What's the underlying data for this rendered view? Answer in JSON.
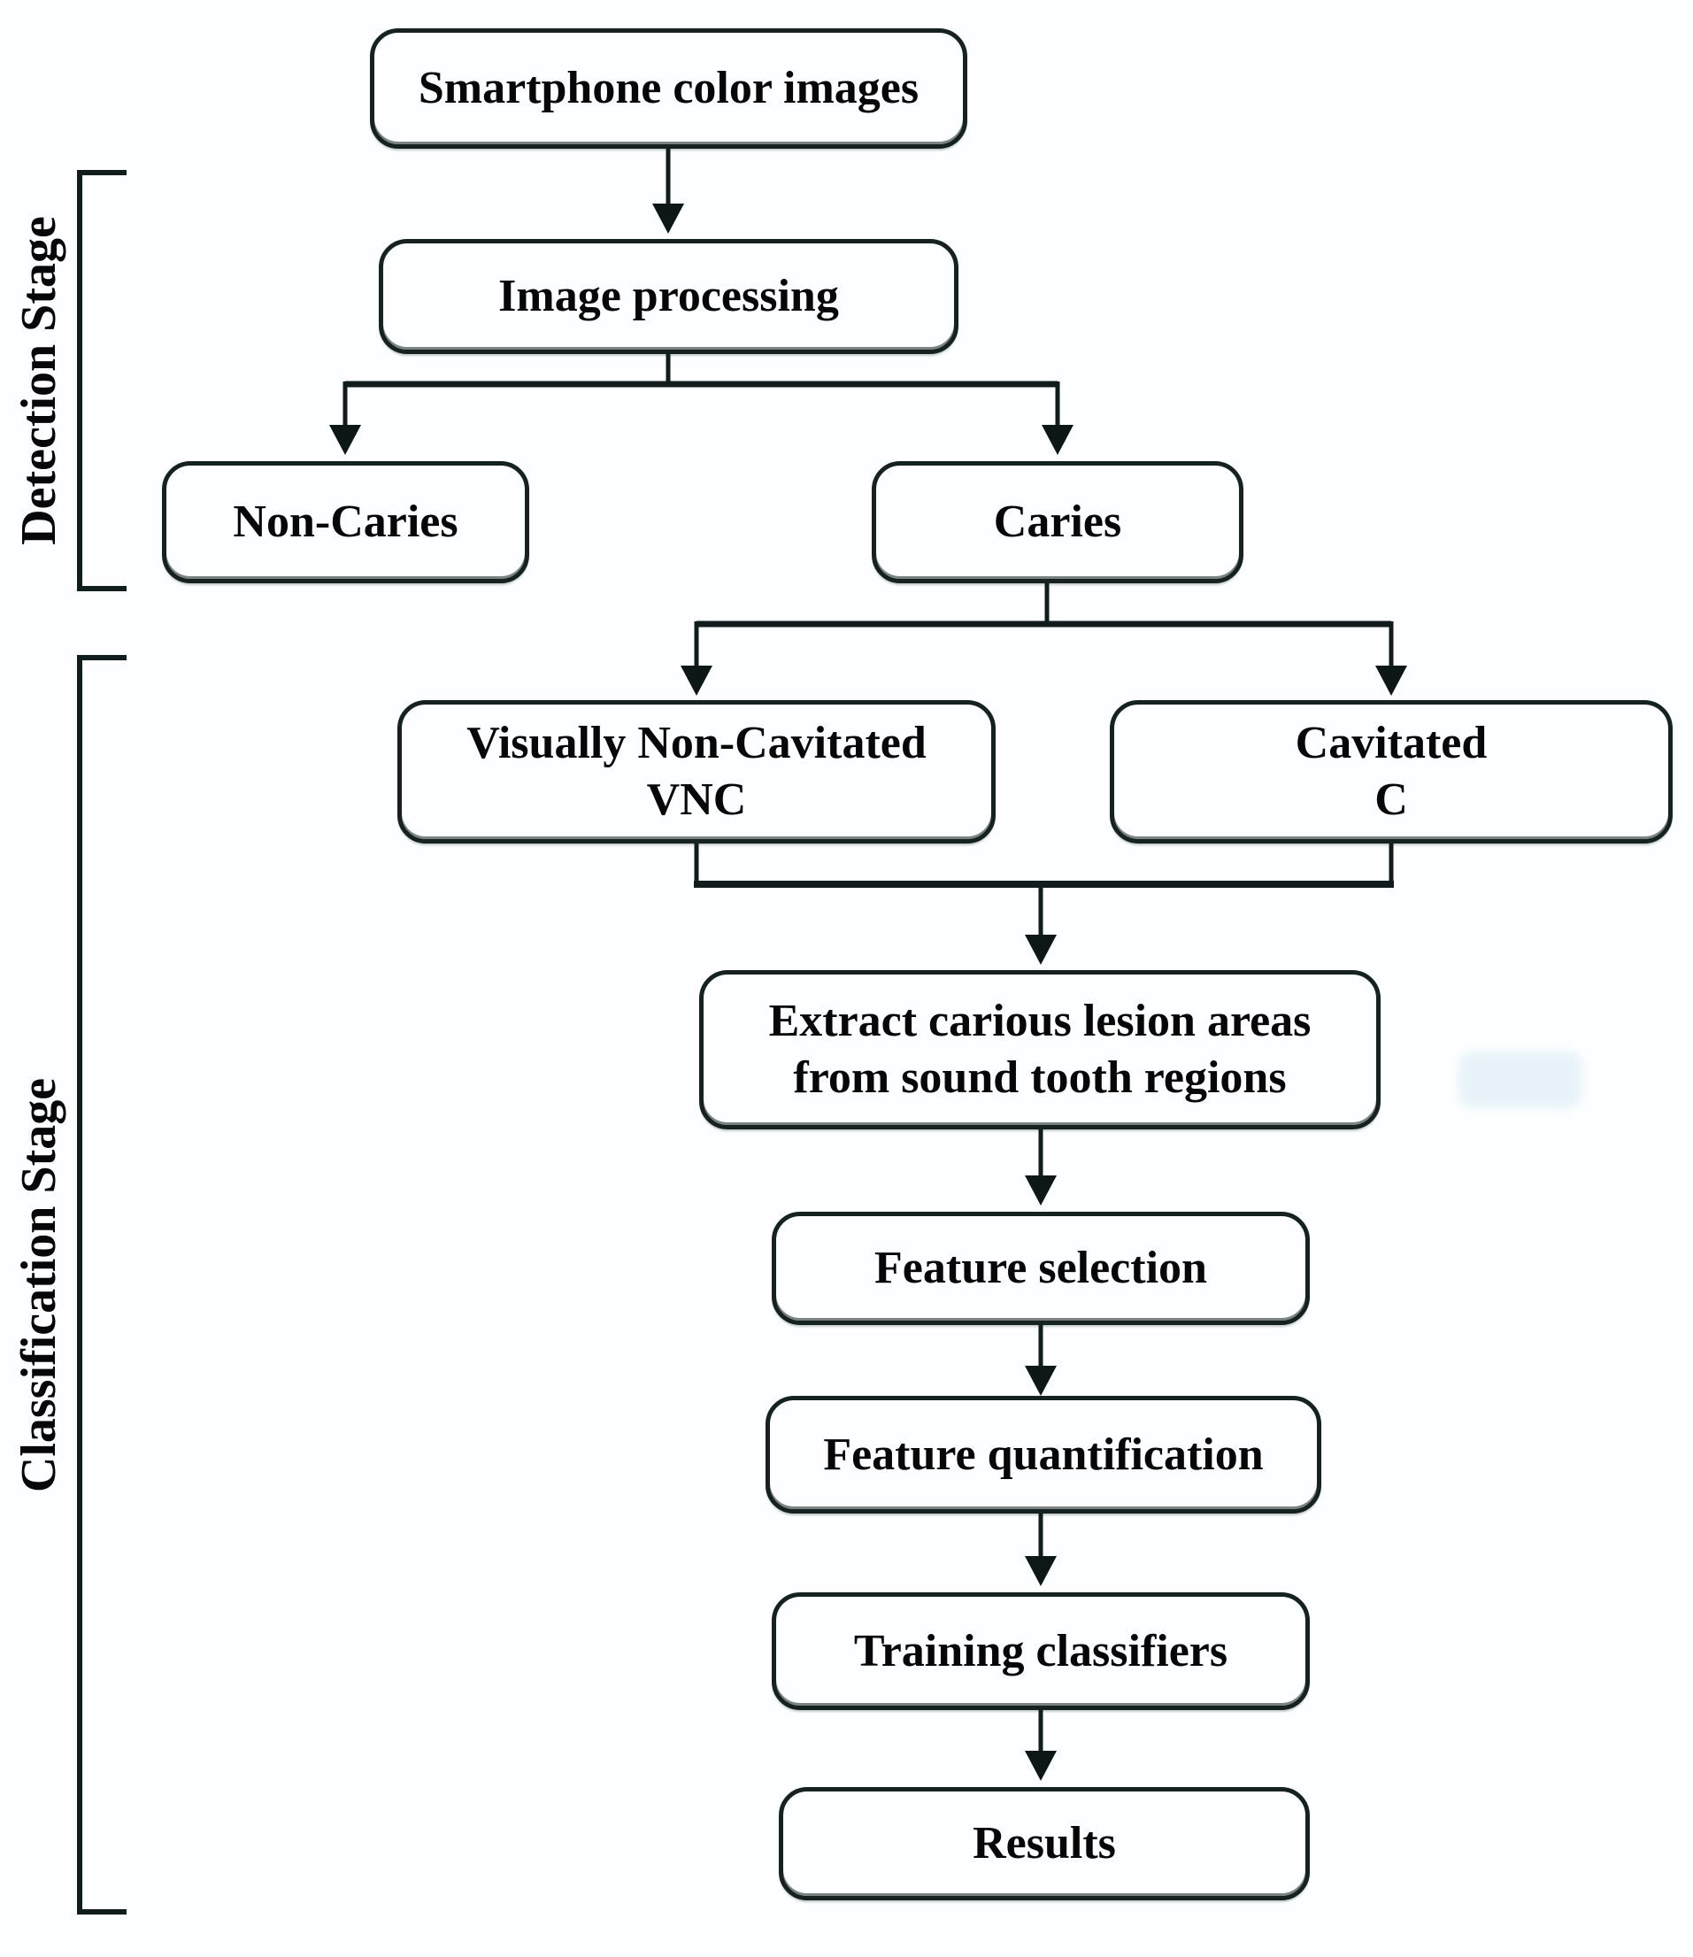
{
  "figure": {
    "type": "flowchart",
    "stages": {
      "detection": "Detection Stage",
      "classification": "Classification Stage"
    },
    "nodes": {
      "smartphone": "Smartphone color images",
      "image_processing": "Image processing",
      "non_caries": "Non-Caries",
      "caries": "Caries",
      "vnc_line1": "Visually Non-Cavitated",
      "vnc_line2": "VNC",
      "cavitated_line1": "Cavitated",
      "cavitated_line2": "C",
      "extract_line1": "Extract carious lesion areas",
      "extract_line2": "from sound tooth regions",
      "feature_selection": "Feature selection",
      "feature_quantification": "Feature quantification",
      "training_classifiers": "Training classifiers",
      "results": "Results"
    },
    "edges": [
      "Smartphone color images -> Image processing",
      "Image processing -> Non-Caries",
      "Image processing -> Caries",
      "Caries -> Visually Non-Cavitated VNC",
      "Caries -> Cavitated C",
      "Visually Non-Cavitated VNC + Cavitated C -> Extract carious lesion areas from sound tooth regions",
      "Extract carious lesion areas from sound tooth regions -> Feature selection",
      "Feature selection -> Feature quantification",
      "Feature quantification -> Training classifiers",
      "Training classifiers -> Results"
    ],
    "colors": {
      "line": "#101d1c",
      "box_border": "#15221f",
      "box_fill": "#fcfeff",
      "background": "#fdfeff",
      "text": "#070709"
    }
  }
}
